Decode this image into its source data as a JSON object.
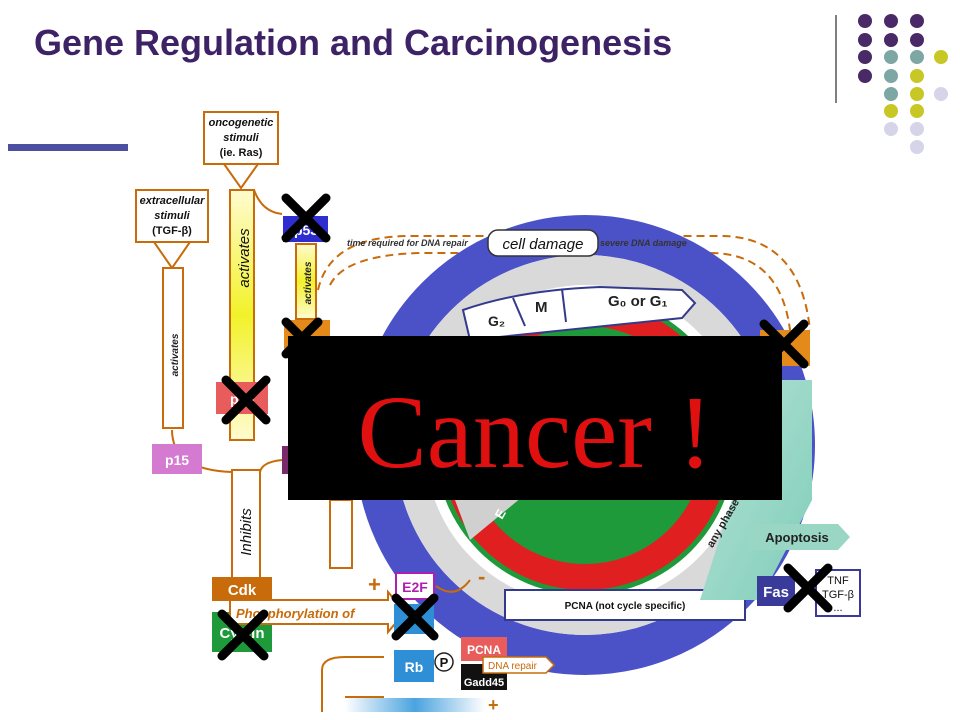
{
  "title": "Gene Regulation and Carcinogenesis",
  "stimuli": {
    "onco_1": "oncogenetic",
    "onco_2": "stimuli",
    "onco_3": "(ie. Ras)",
    "extra_1": "extracellular",
    "extra_2": "stimuli",
    "extra_3": "(TGF-β)"
  },
  "arrows": {
    "activates_big": "activates",
    "activates_small_left": "activates",
    "activates_small_mid": "activates",
    "inhibits": "Inhibits",
    "phosphorylation": "Phosphorylation of"
  },
  "boxes": {
    "p53": "p53",
    "p16": "p16",
    "p15": "p15",
    "cdk": "Cdk",
    "cyclin": "Cyclin",
    "e2f": "E2F",
    "rb": "Rb",
    "p_badge": "P",
    "pcna": "PCNA",
    "gadd45": "Gadd45",
    "fas": "Fas",
    "tnf_1": "TNF",
    "tnf_2": "TGF-β",
    "tnf_3": "..."
  },
  "signs": {
    "plus_cdk": "+",
    "minus_e2f": "-",
    "plus_bottom": "+"
  },
  "cycle": {
    "cell_damage": "cell damage",
    "repair_time": "time required for DNA repair",
    "severe_damage": "severe DNA damage",
    "g0_g1": "G₀ or G₁",
    "m_phase": "M",
    "g2_phase": "G₂",
    "apoptosis": "Apoptosis",
    "any_phase": "any phase",
    "pcna_note": "PCNA (not cycle specific)",
    "dna_repair": "DNA repair",
    "s_hint": "E"
  },
  "overlay": {
    "cancer": "Cancer !"
  }
}
